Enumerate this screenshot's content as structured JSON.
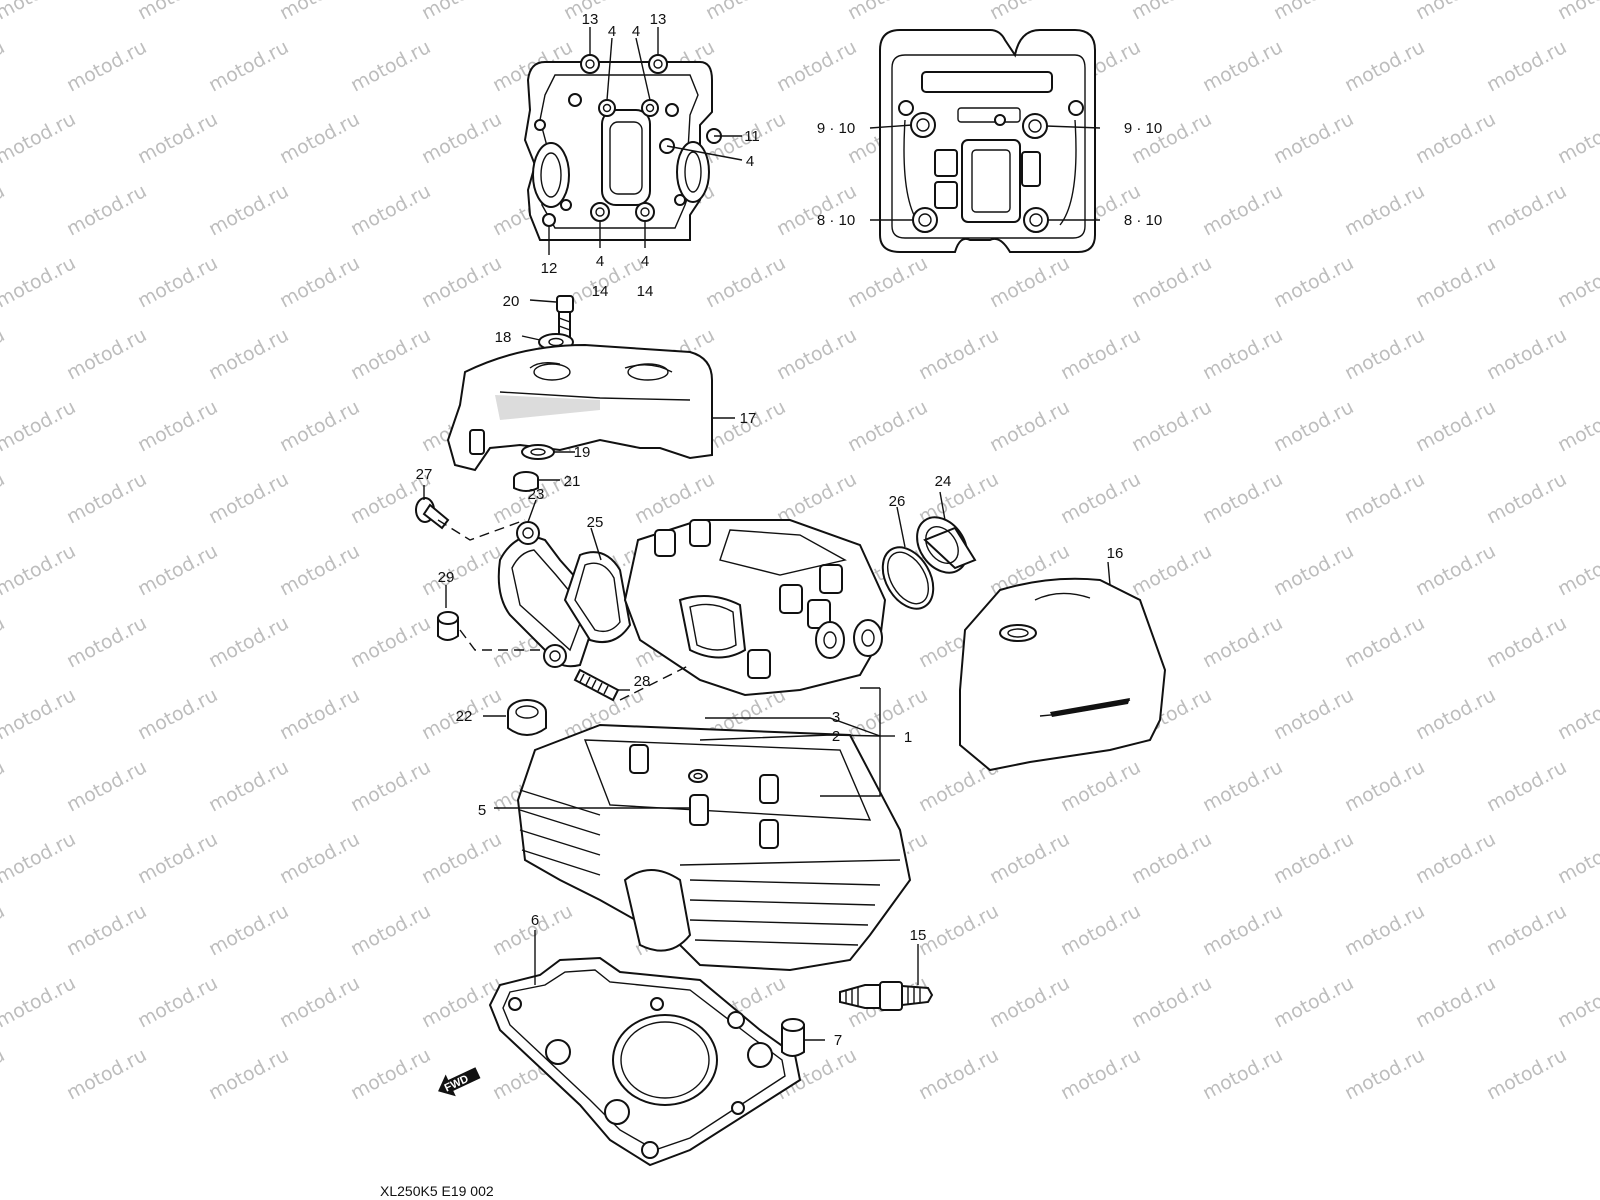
{
  "watermark": "motod.ru",
  "footer_code": "XL250K5 E19 002",
  "fwd_label": "FWD",
  "callouts": [
    {
      "id": "c13a",
      "text": "13"
    },
    {
      "id": "c4a",
      "text": "4"
    },
    {
      "id": "c4b",
      "text": "4"
    },
    {
      "id": "c13b",
      "text": "13"
    },
    {
      "id": "c11",
      "text": "11"
    },
    {
      "id": "c4c",
      "text": "4"
    },
    {
      "id": "c12",
      "text": "12"
    },
    {
      "id": "c4d",
      "text": "4"
    },
    {
      "id": "c14a",
      "text": "14"
    },
    {
      "id": "c4e",
      "text": "4"
    },
    {
      "id": "c14b",
      "text": "14"
    },
    {
      "id": "c910a",
      "text": "9 · 10"
    },
    {
      "id": "c910b",
      "text": "9 · 10"
    },
    {
      "id": "c810a",
      "text": "8 · 10"
    },
    {
      "id": "c810b",
      "text": "8 · 10"
    },
    {
      "id": "c20",
      "text": "20"
    },
    {
      "id": "c18",
      "text": "18"
    },
    {
      "id": "c17",
      "text": "17"
    },
    {
      "id": "c19",
      "text": "19"
    },
    {
      "id": "c21",
      "text": "21"
    },
    {
      "id": "c27",
      "text": "27"
    },
    {
      "id": "c23",
      "text": "23"
    },
    {
      "id": "c25",
      "text": "25"
    },
    {
      "id": "c26",
      "text": "26"
    },
    {
      "id": "c24",
      "text": "24"
    },
    {
      "id": "c16",
      "text": "16"
    },
    {
      "id": "c29",
      "text": "29"
    },
    {
      "id": "c28",
      "text": "28"
    },
    {
      "id": "c22",
      "text": "22"
    },
    {
      "id": "c3",
      "text": "3"
    },
    {
      "id": "c2",
      "text": "2"
    },
    {
      "id": "c1",
      "text": "1"
    },
    {
      "id": "c5",
      "text": "5"
    },
    {
      "id": "c6",
      "text": "6"
    },
    {
      "id": "c15",
      "text": "15"
    },
    {
      "id": "c7",
      "text": "7"
    }
  ]
}
